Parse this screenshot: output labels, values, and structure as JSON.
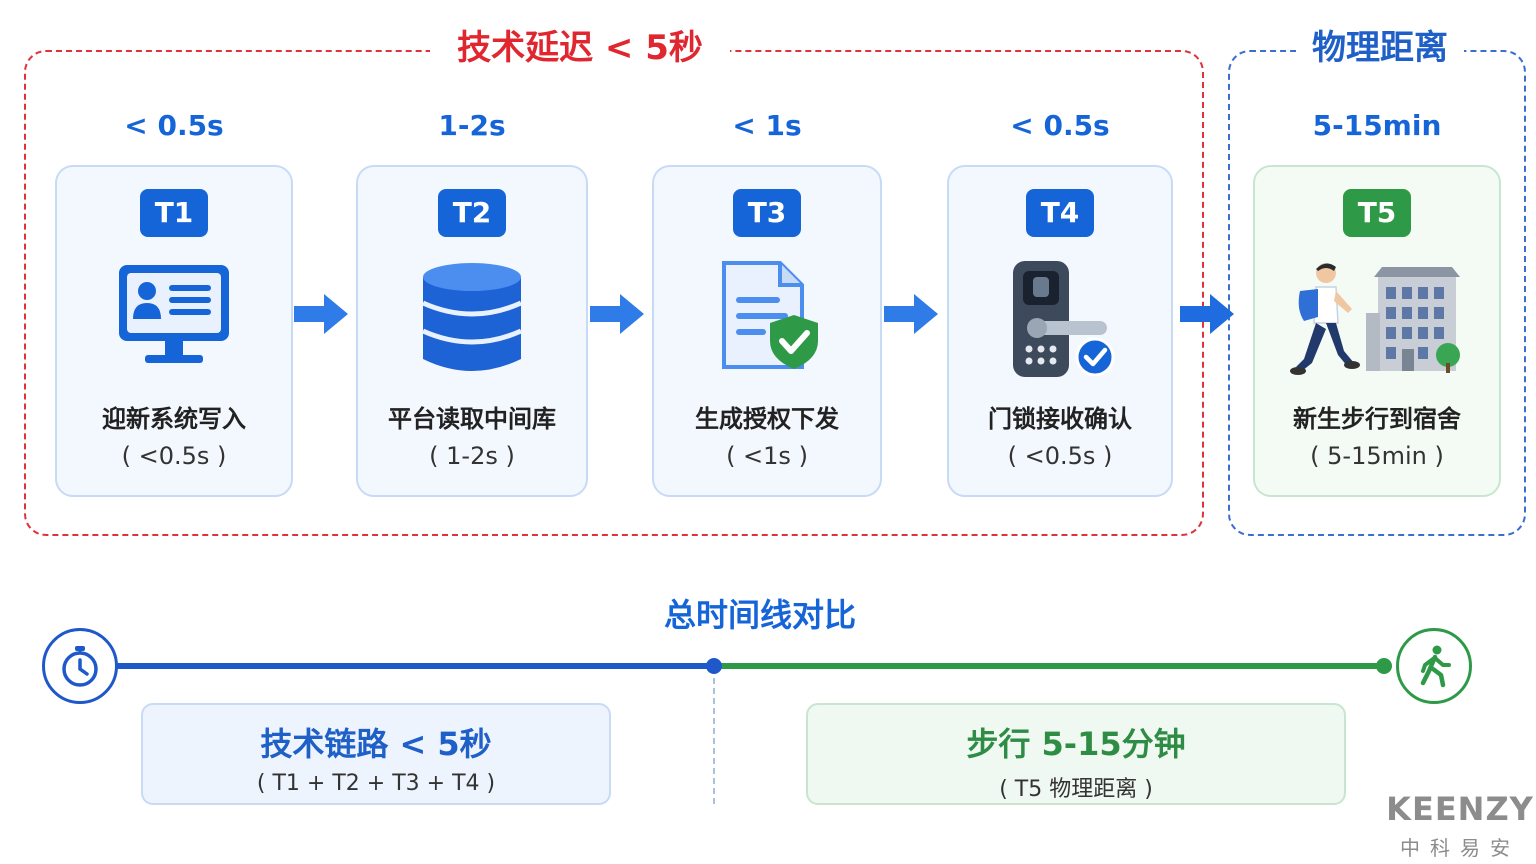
{
  "zones": {
    "tech_title": "技术延迟 < 5秒",
    "phys_title": "物理距离"
  },
  "steps": [
    {
      "badge": "T1",
      "duration": "< 0.5s",
      "title": "迎新系统写入",
      "sub": "( <0.5s )",
      "icon": "id-card-monitor-icon"
    },
    {
      "badge": "T2",
      "duration": "1-2s",
      "title": "平台读取中间库",
      "sub": "( 1-2s )",
      "icon": "database-icon"
    },
    {
      "badge": "T3",
      "duration": "< 1s",
      "title": "生成授权下发",
      "sub": "( <1s )",
      "icon": "document-shield-icon"
    },
    {
      "badge": "T4",
      "duration": "< 0.5s",
      "title": "门锁接收确认",
      "sub": "( <0.5s )",
      "icon": "smart-lock-icon"
    },
    {
      "badge": "T5",
      "duration": "5-15min",
      "title": "新生步行到宿舍",
      "sub": "( 5-15min )",
      "icon": "student-walking-dorm-icon"
    }
  ],
  "timeline": {
    "title": "总时间线对比",
    "tech_summary": "技术链路 < 5秒",
    "tech_detail": "( T1 + T2 + T3 + T4 )",
    "phys_summary": "步行 5-15分钟",
    "phys_detail": "( T5 物理距离 )"
  },
  "brand": {
    "name_en": "KEENZY",
    "name_cn": "中科易安"
  },
  "colors": {
    "tech_red": "#e0262f",
    "primary_blue": "#1565d8",
    "green": "#2e9a47"
  }
}
